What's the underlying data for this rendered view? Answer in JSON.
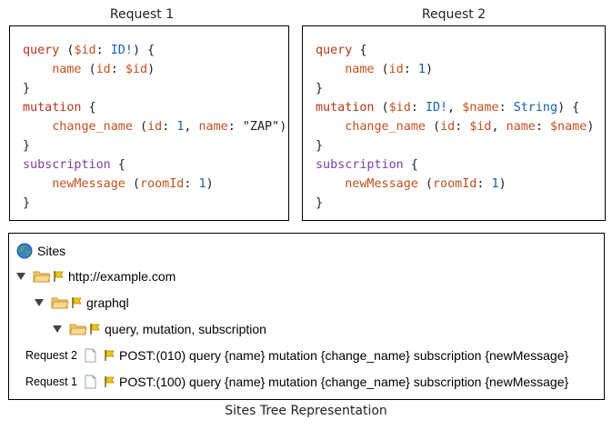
{
  "request1": {
    "title": "Request 1",
    "lines": [
      [
        [
          "kw",
          "query"
        ],
        [
          "pun",
          " ("
        ],
        [
          "var",
          "$id"
        ],
        [
          "pun",
          ": "
        ],
        [
          "typ",
          "ID!"
        ],
        [
          "pun",
          ") {"
        ]
      ],
      [
        [
          "pun",
          "    "
        ],
        [
          "fld",
          "name"
        ],
        [
          "pun",
          " ("
        ],
        [
          "fld",
          "id"
        ],
        [
          "pun",
          ": "
        ],
        [
          "var",
          "$id"
        ],
        [
          "pun",
          ")"
        ]
      ],
      [
        [
          "pun",
          "}"
        ]
      ],
      [
        [
          "kw",
          "mutation"
        ],
        [
          "pun",
          " {"
        ]
      ],
      [
        [
          "pun",
          "    "
        ],
        [
          "fld",
          "change_name"
        ],
        [
          "pun",
          " ("
        ],
        [
          "fld",
          "id"
        ],
        [
          "pun",
          ": "
        ],
        [
          "num",
          "1"
        ],
        [
          "pun",
          ", "
        ],
        [
          "fld",
          "name"
        ],
        [
          "pun",
          ": "
        ],
        [
          "str",
          "\"ZAP\""
        ],
        [
          "pun",
          ")"
        ]
      ],
      [
        [
          "pun",
          "}"
        ]
      ],
      [
        [
          "kw2",
          "subscription"
        ],
        [
          "pun",
          " {"
        ]
      ],
      [
        [
          "pun",
          "    "
        ],
        [
          "fld",
          "newMessage"
        ],
        [
          "pun",
          " ("
        ],
        [
          "fld",
          "roomId"
        ],
        [
          "pun",
          ": "
        ],
        [
          "num",
          "1"
        ],
        [
          "pun",
          ")"
        ]
      ],
      [
        [
          "pun",
          "}"
        ]
      ]
    ]
  },
  "request2": {
    "title": "Request 2",
    "lines": [
      [
        [
          "kw",
          "query"
        ],
        [
          "pun",
          " {"
        ]
      ],
      [
        [
          "pun",
          "    "
        ],
        [
          "fld",
          "name"
        ],
        [
          "pun",
          " ("
        ],
        [
          "fld",
          "id"
        ],
        [
          "pun",
          ": "
        ],
        [
          "num",
          "1"
        ],
        [
          "pun",
          ")"
        ]
      ],
      [
        [
          "pun",
          "}"
        ]
      ],
      [
        [
          "kw",
          "mutation"
        ],
        [
          "pun",
          " ("
        ],
        [
          "var",
          "$id"
        ],
        [
          "pun",
          ": "
        ],
        [
          "typ",
          "ID!"
        ],
        [
          "pun",
          ", "
        ],
        [
          "var",
          "$name"
        ],
        [
          "pun",
          ": "
        ],
        [
          "typ",
          "String"
        ],
        [
          "pun",
          ") {"
        ]
      ],
      [
        [
          "pun",
          "    "
        ],
        [
          "fld",
          "change_name"
        ],
        [
          "pun",
          " ("
        ],
        [
          "fld",
          "id"
        ],
        [
          "pun",
          ": "
        ],
        [
          "var",
          "$id"
        ],
        [
          "pun",
          ", "
        ],
        [
          "fld",
          "name"
        ],
        [
          "pun",
          ": "
        ],
        [
          "var",
          "$name"
        ],
        [
          "pun",
          ")"
        ]
      ],
      [
        [
          "pun",
          "}"
        ]
      ],
      [
        [
          "kw2",
          "subscription"
        ],
        [
          "pun",
          " {"
        ]
      ],
      [
        [
          "pun",
          "    "
        ],
        [
          "fld",
          "newMessage"
        ],
        [
          "pun",
          " ("
        ],
        [
          "fld",
          "roomId"
        ],
        [
          "pun",
          ": "
        ],
        [
          "num",
          "1"
        ],
        [
          "pun",
          ")"
        ]
      ],
      [
        [
          "pun",
          "}"
        ]
      ]
    ]
  },
  "tree": {
    "root_label": "Sites",
    "root_icon": "globe-icon",
    "host": "http://example.com",
    "path": "graphql",
    "operations": "query, mutation, subscription",
    "requests": [
      {
        "label": "Request 2",
        "node": "POST:(010) query {name} mutation {change_name} subscription {newMessage}"
      },
      {
        "label": "Request 1",
        "node": "POST:(100) query {name} mutation {change_name} subscription {newMessage}"
      }
    ]
  },
  "caption": "Sites Tree Representation",
  "colors": {
    "keyword": "#b5371a",
    "subscription_keyword": "#7a3fa3",
    "field": "#c4501e",
    "type": "#1a5fae",
    "folder": "#f2c86a",
    "flag": "#d9a800"
  }
}
